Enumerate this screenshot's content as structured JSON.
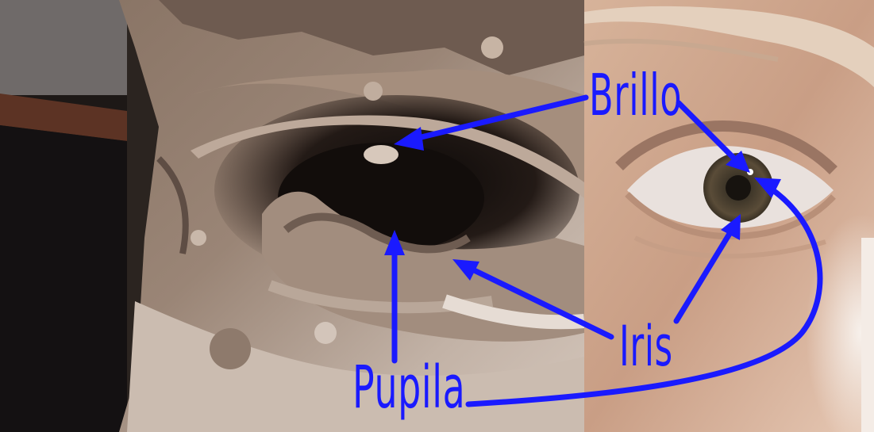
{
  "labels": {
    "brillo": "Brillo",
    "iris": "Iris",
    "pupila": "Pupila"
  },
  "colors": {
    "annotation": "#1a1aff",
    "background": "#ffffff"
  }
}
